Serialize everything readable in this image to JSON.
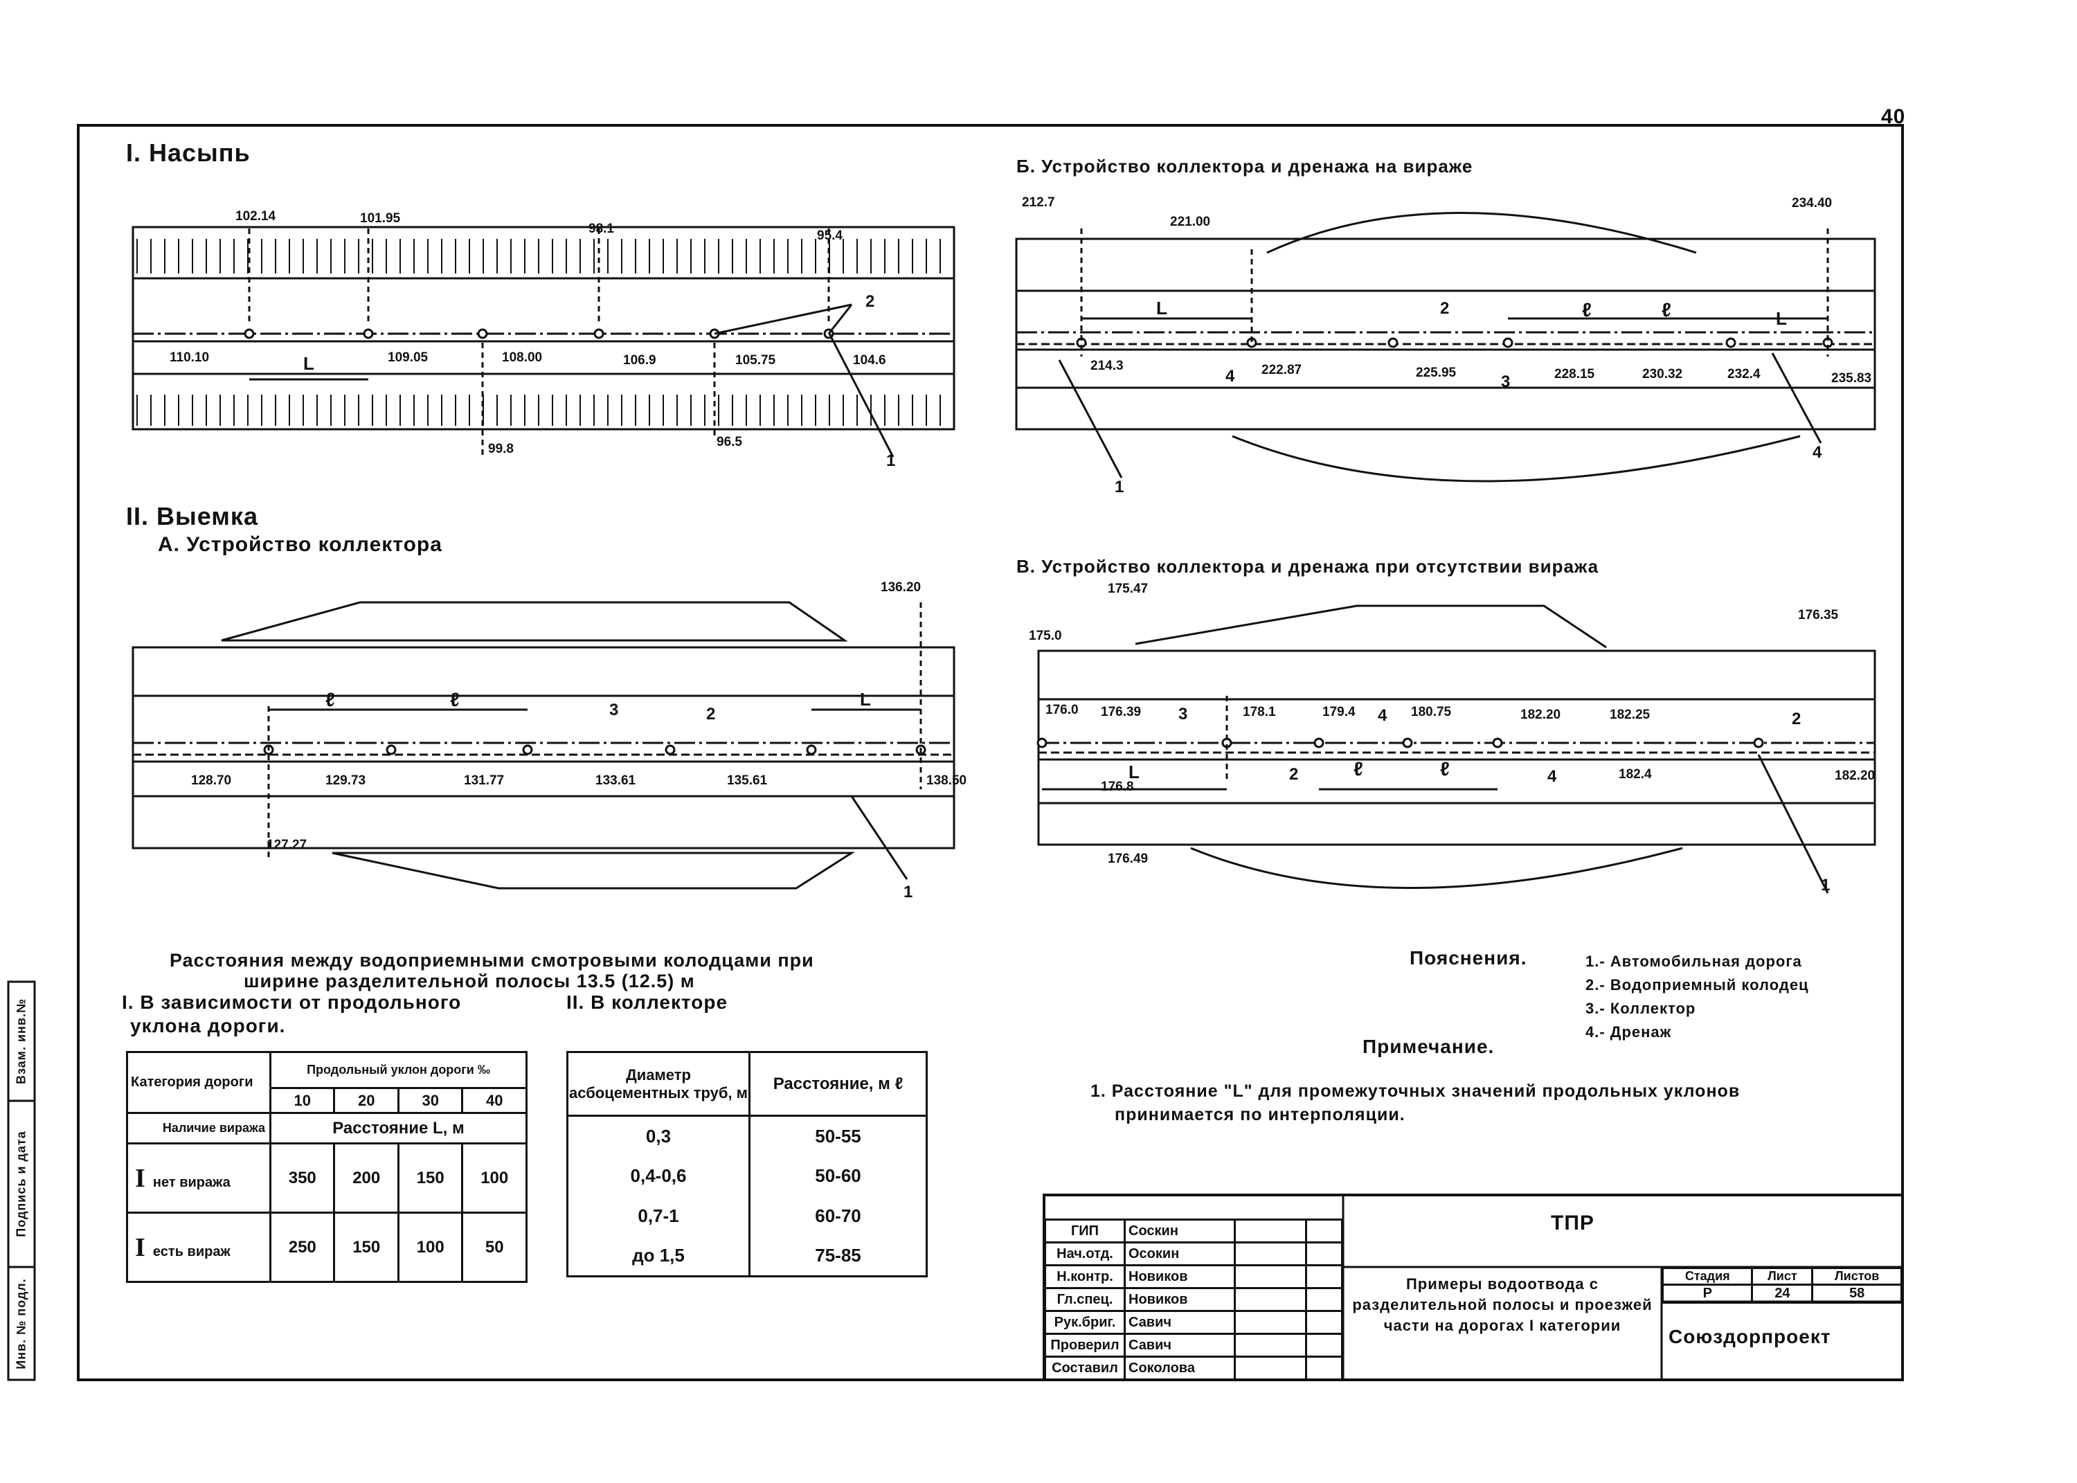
{
  "page_number": "40",
  "left_strip": [
    "Инв. № подл.",
    "Подпись и дата",
    "Взам. инв.№"
  ],
  "sections": {
    "s1_title": "I. Насыпь",
    "s1_labels_top": [
      "102.14",
      "101.95",
      "98.1",
      "95.4"
    ],
    "s1_labels_axis": [
      "110.10",
      "109.05",
      "108.00",
      "106.9",
      "105.75",
      "104.6"
    ],
    "s1_labels_bottom": [
      "99.8",
      "96.5"
    ],
    "s1_L": "L",
    "s1_mark_2": "2",
    "s1_mark_1": "1",
    "s2_title": "II. Выемка",
    "s2_sub": "А. Устройство коллектора",
    "s2_top": "136.20",
    "s2_axis": [
      "128.70",
      "129.73",
      "131.77",
      "133.61",
      "135.61",
      "138.50"
    ],
    "s2_bottom": "127.27",
    "s2_l": "ℓ",
    "s2_L": "L",
    "s2_mark_3": "3",
    "s2_mark_2": "2",
    "s2_mark_1": "1",
    "b_title": "Б. Устройство коллектора и дренажа на вираже",
    "b_top": [
      "212.7",
      "221.00",
      "234.40"
    ],
    "b_axis": [
      "214.3",
      "222.87",
      "225.95",
      "228.15",
      "230.32",
      "232.4",
      "235.83"
    ],
    "b_L": "L",
    "b_l": "ℓ",
    "b_marks": [
      "2",
      "3",
      "4",
      "1",
      "4"
    ],
    "v_title": "В. Устройство коллектора и дренажа при отсутствии виража",
    "v_top": [
      "175.47",
      "175.0",
      "176.35"
    ],
    "v_axis": [
      "176.0",
      "176.39",
      "178.1",
      "179.4",
      "180.75",
      "182.20",
      "182.25"
    ],
    "v_lower": [
      "176.8",
      "182.4",
      "182.20",
      "176.49"
    ],
    "v_L": "L",
    "v_l": "ℓ",
    "v_marks": [
      "3",
      "4",
      "2",
      "2",
      "4",
      "1"
    ]
  },
  "distance_heading_1": "Расстояния между водоприемными смотровыми колодцами при",
  "distance_heading_2": "ширине разделительной полосы 13.5 (12.5) м",
  "t1_heading_1": "I. В зависимости от продольного",
  "t1_heading_2": "уклона дороги.",
  "t2_heading": "II. В коллекторе",
  "table1": {
    "h_category": "Категория дороги",
    "h_slope": "Продольный уклон дороги ‰",
    "slopes": [
      "10",
      "20",
      "30",
      "40"
    ],
    "h_turn": "Наличие виража",
    "h_dist": "Расстояние L, м",
    "rows": [
      {
        "cat": "I",
        "turn": "нет виража",
        "vals": [
          "350",
          "200",
          "150",
          "100"
        ]
      },
      {
        "cat": "I",
        "turn": "есть вираж",
        "vals": [
          "250",
          "150",
          "100",
          "50"
        ]
      }
    ]
  },
  "table2": {
    "h_diam": "Диаметр асбоцементных труб, м",
    "h_dist": "Расстояние, м ℓ",
    "rows": [
      [
        "0,3",
        "50-55"
      ],
      [
        "0,4-0,6",
        "50-60"
      ],
      [
        "0,7-1",
        "60-70"
      ],
      [
        "до 1,5",
        "75-85"
      ]
    ]
  },
  "legend": {
    "title": "Пояснения.",
    "items": [
      "1.- Автомобильная дорога",
      "2.- Водоприемный колодец",
      "3.- Коллектор",
      "4.- Дренаж"
    ]
  },
  "note": {
    "title": "Примечание.",
    "line1": "1. Расстояние \"L\" для промежуточных значений продольных уклонов",
    "line2": "принимается по интерполяции."
  },
  "stamp": {
    "rows": [
      [
        "ГИП",
        "Соскин"
      ],
      [
        "Нач.отд.",
        "Осокин"
      ],
      [
        "Н.контр.",
        "Новиков"
      ],
      [
        "Гл.спец.",
        "Новиков"
      ],
      [
        "Рук.бриг.",
        "Савич"
      ],
      [
        "Проверил",
        "Савич"
      ],
      [
        "Составил",
        "Соколова"
      ]
    ],
    "code": "ТПР",
    "title": "Примеры водоотвода с разделительной полосы и проезжей части на дорогах I категории",
    "stage_h": "Стадия",
    "sheet_h": "Лист",
    "sheets_h": "Листов",
    "stage": "Р",
    "sheet": "24",
    "sheets": "58",
    "org": "Союздорпроект"
  }
}
